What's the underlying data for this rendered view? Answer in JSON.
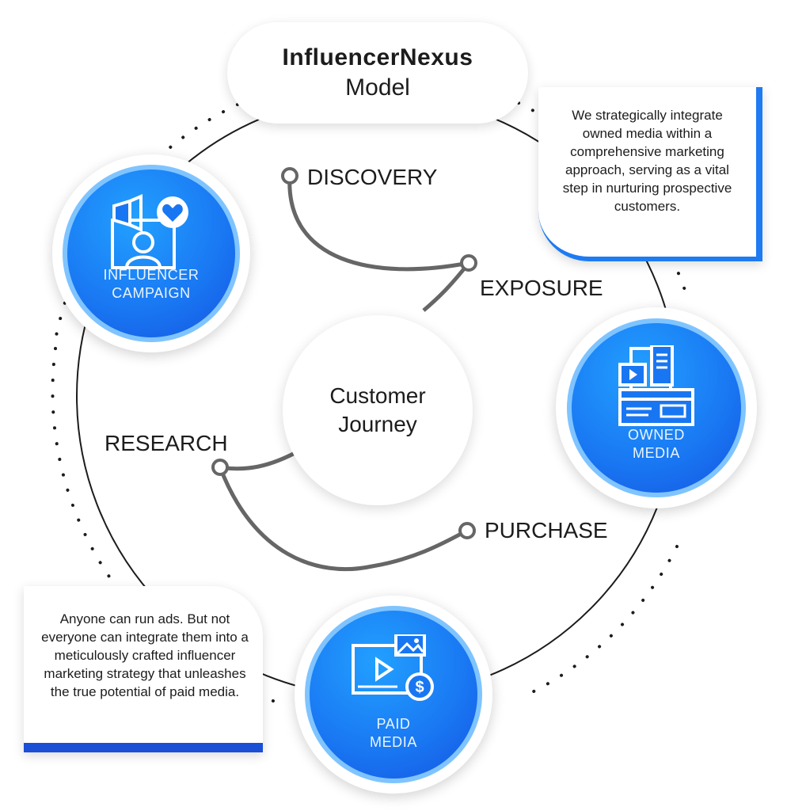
{
  "title": {
    "bold": "InfluencerNexus",
    "sub": "Model"
  },
  "center": {
    "line1": "Customer",
    "line2": "Journey"
  },
  "stages": {
    "discovery": "DISCOVERY",
    "exposure": "EXPOSURE",
    "research": "RESEARCH",
    "purchase": "PURCHASE"
  },
  "nodes": {
    "influencer": {
      "line1": "INFLUENCER",
      "line2": "CAMPAIGN",
      "icon": "megaphone-heart-icon"
    },
    "owned": {
      "line1": "OWNED",
      "line2": "MEDIA",
      "icon": "devices-icon"
    },
    "paid": {
      "line1": "PAID",
      "line2": "MEDIA",
      "icon": "video-dollar-icon"
    }
  },
  "notes": {
    "owned": "We strategically integrate owned media within a comprehensive marketing approach, serving as a vital step in nurturing prospective customers.",
    "paid": "Anyone can run ads. But not everyone can integrate them into a meticulously crafted influencer marketing strategy that unleashes the true potential of paid media."
  },
  "colors": {
    "accent": "#1976f2",
    "ring": "#7fc4ff",
    "line": "#666666",
    "dark": "#1c1c1c"
  }
}
